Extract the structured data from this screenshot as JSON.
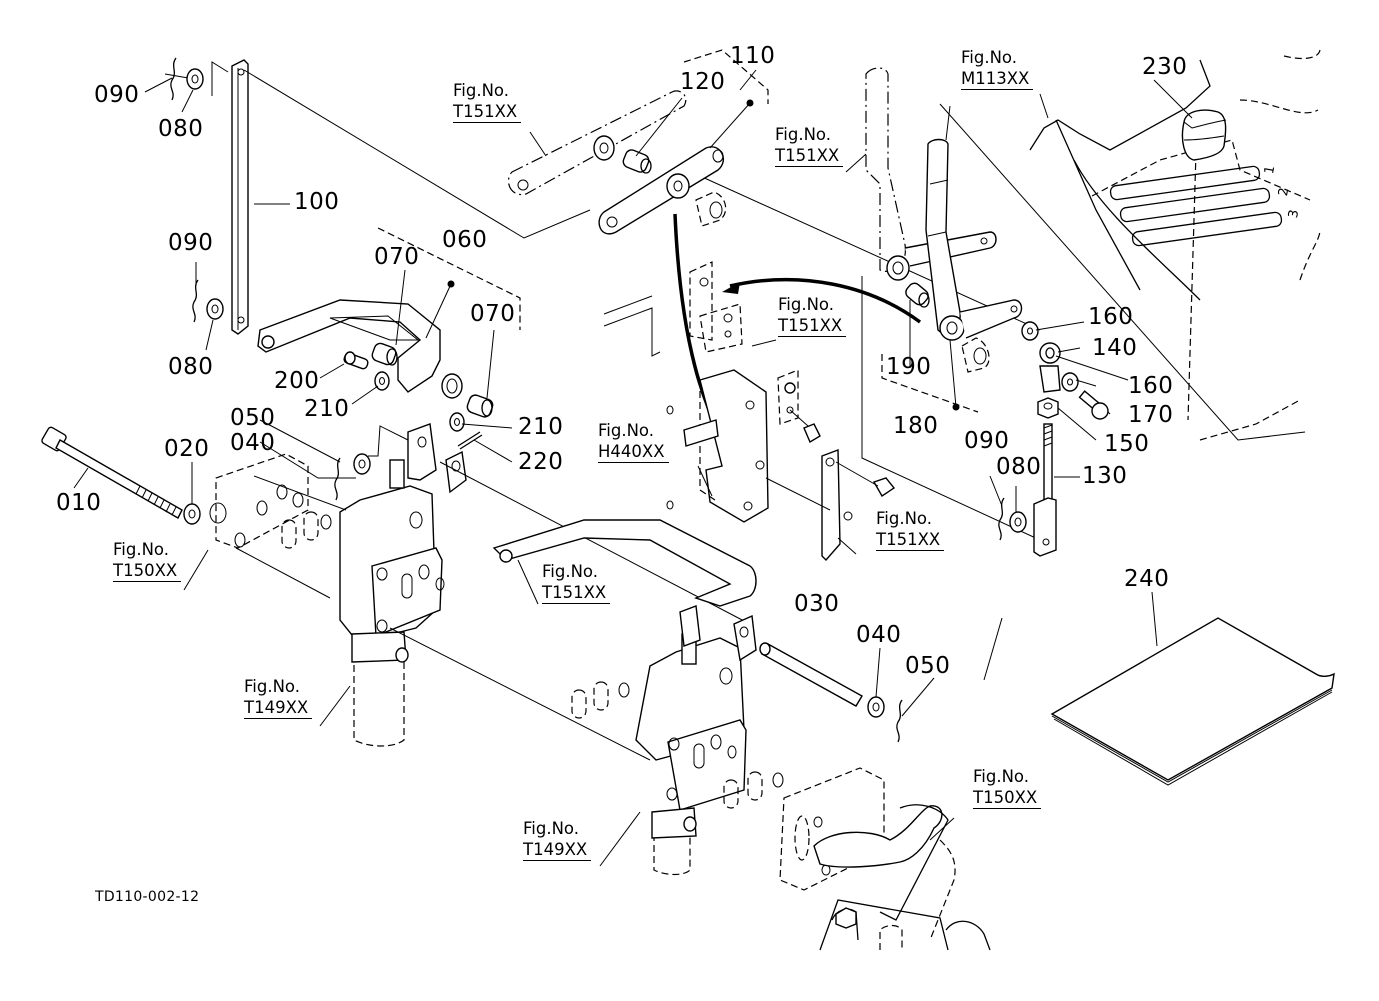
{
  "diagram": {
    "drawing_id": "TD110-002-12",
    "part_labels": [
      {
        "key": "p090a",
        "text": "090"
      },
      {
        "key": "p080a",
        "text": "080"
      },
      {
        "key": "p100",
        "text": "100"
      },
      {
        "key": "p090b",
        "text": "090"
      },
      {
        "key": "p080b",
        "text": "080"
      },
      {
        "key": "p110",
        "text": "110"
      },
      {
        "key": "p120",
        "text": "120"
      },
      {
        "key": "p060",
        "text": "060"
      },
      {
        "key": "p070a",
        "text": "070"
      },
      {
        "key": "p070b",
        "text": "070"
      },
      {
        "key": "p200",
        "text": "200"
      },
      {
        "key": "p210a",
        "text": "210"
      },
      {
        "key": "p210b",
        "text": "210"
      },
      {
        "key": "p220",
        "text": "220"
      },
      {
        "key": "p050a",
        "text": "050"
      },
      {
        "key": "p040a",
        "text": "040"
      },
      {
        "key": "p020",
        "text": "020"
      },
      {
        "key": "p010",
        "text": "010"
      },
      {
        "key": "p230",
        "text": "230"
      },
      {
        "key": "p160a",
        "text": "160"
      },
      {
        "key": "p140",
        "text": "140"
      },
      {
        "key": "p160b",
        "text": "160"
      },
      {
        "key": "p170",
        "text": "170"
      },
      {
        "key": "p150",
        "text": "150"
      },
      {
        "key": "p130",
        "text": "130"
      },
      {
        "key": "p190",
        "text": "190"
      },
      {
        "key": "p180",
        "text": "180"
      },
      {
        "key": "p090c",
        "text": "090"
      },
      {
        "key": "p080c",
        "text": "080"
      },
      {
        "key": "p240",
        "text": "240"
      },
      {
        "key": "p030",
        "text": "030"
      },
      {
        "key": "p040b",
        "text": "040"
      },
      {
        "key": "p050b",
        "text": "050"
      }
    ],
    "figure_refs": [
      {
        "key": "f1",
        "prefix": "Fig.No.",
        "code": "T151XX"
      },
      {
        "key": "f2",
        "prefix": "Fig.No.",
        "code": "T151XX"
      },
      {
        "key": "f3",
        "prefix": "Fig.No.",
        "code": "M113XX"
      },
      {
        "key": "f4",
        "prefix": "Fig.No.",
        "code": "T151XX"
      },
      {
        "key": "f5",
        "prefix": "Fig.No.",
        "code": "H440XX"
      },
      {
        "key": "f6",
        "prefix": "Fig.No.",
        "code": "T151XX"
      },
      {
        "key": "f7",
        "prefix": "Fig.No.",
        "code": "T150XX"
      },
      {
        "key": "f8",
        "prefix": "Fig.No.",
        "code": "T151XX"
      },
      {
        "key": "f9",
        "prefix": "Fig.No.",
        "code": "T149XX"
      },
      {
        "key": "f10",
        "prefix": "Fig.No.",
        "code": "T149XX"
      },
      {
        "key": "f11",
        "prefix": "Fig.No.",
        "code": "T150XX"
      }
    ],
    "shift_gate_positions": [
      "1",
      "2",
      "3"
    ]
  }
}
